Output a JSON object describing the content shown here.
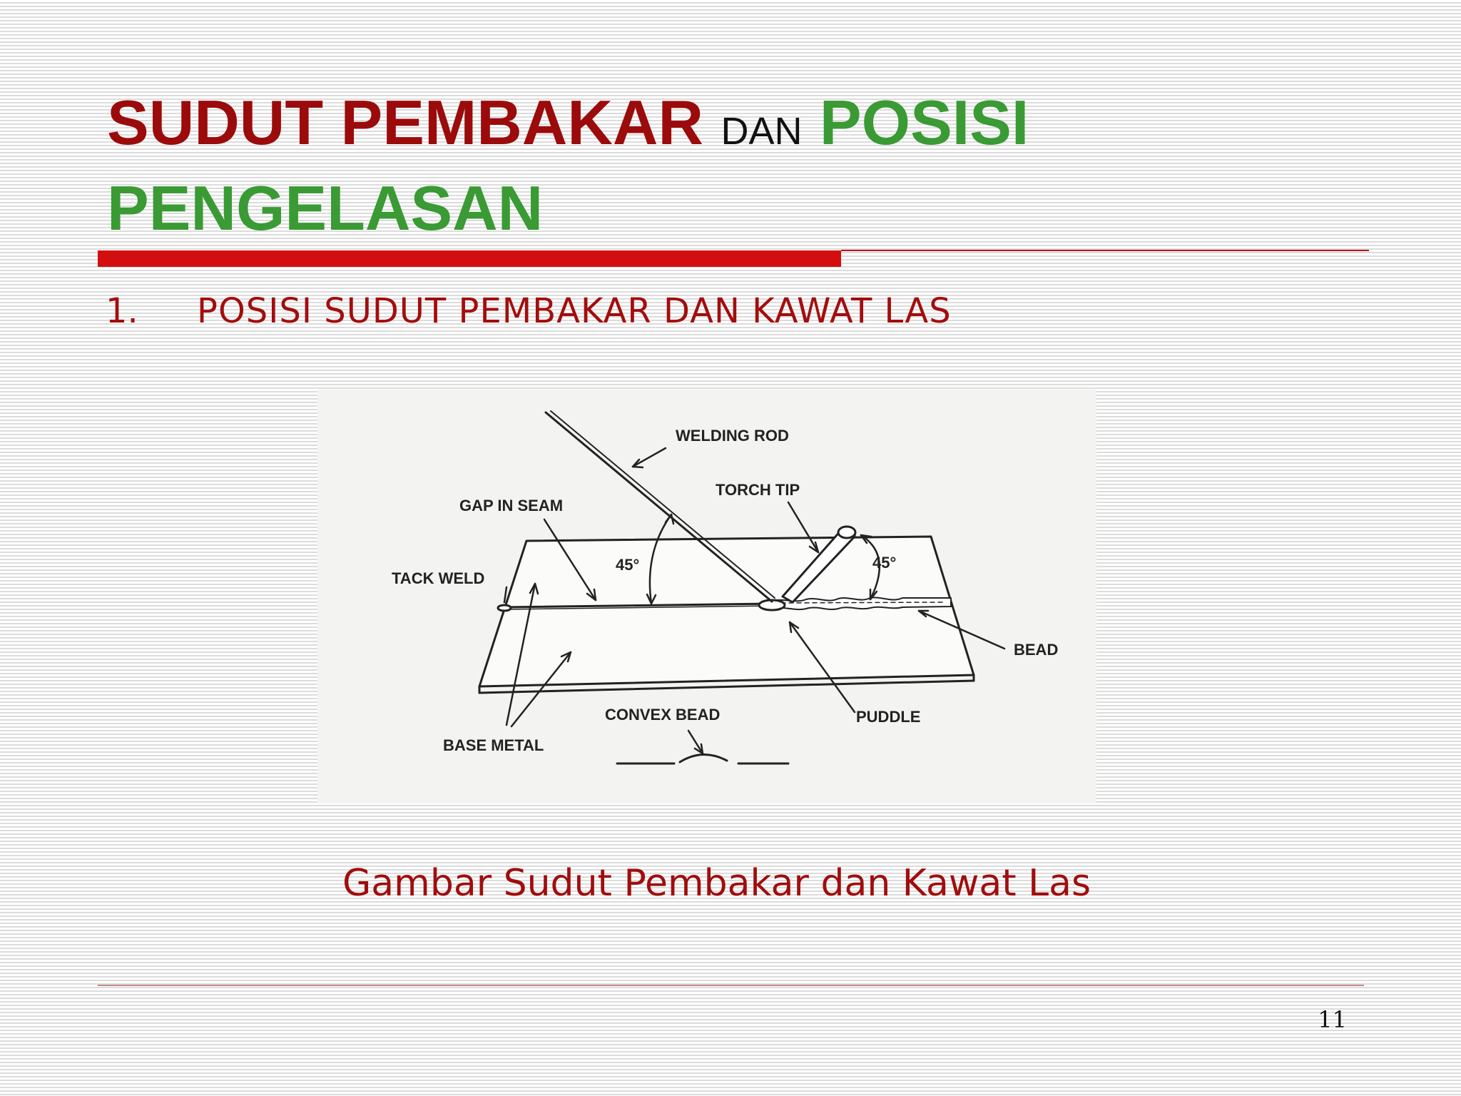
{
  "slide": {
    "title": {
      "part1": "SUDUT PEMBAKAR",
      "part2": "DAN",
      "part3": "POSISI",
      "part4": "PENGELASAN"
    },
    "point": {
      "number": "1.",
      "text": "POSISI SUDUT PEMBAKAR DAN KAWAT LAS"
    },
    "caption": "Gambar Sudut Pembakar dan Kawat Las",
    "page_number": "11"
  },
  "figure": {
    "labels": {
      "welding_rod": "WELDING ROD",
      "torch_tip": "TORCH TIP",
      "gap_in_seam": "GAP IN SEAM",
      "tack_weld": "TACK WELD",
      "angle_left": "45°",
      "angle_right": "45°",
      "bead": "BEAD",
      "puddle": "PUDDLE",
      "convex_bead": "CONVEX BEAD",
      "base_metal": "BASE METAL"
    }
  },
  "colors": {
    "title_red": "#9b0b0b",
    "title_green": "#3a9a34",
    "accent_rule": "#d20e0e",
    "text_red": "#a30d0d"
  }
}
